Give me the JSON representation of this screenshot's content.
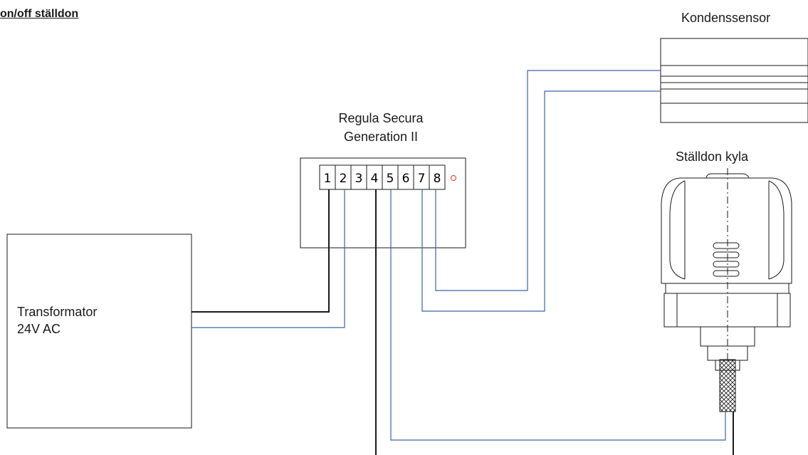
{
  "diagram": {
    "title": "on/off ställdon",
    "sensor": {
      "label": "Kondenssensor"
    },
    "controller": {
      "label_line1": "Regula Secura",
      "label_line2": "Generation II",
      "terminals": [
        "1",
        "2",
        "3",
        "4",
        "5",
        "6",
        "7",
        "8"
      ]
    },
    "actuator": {
      "label": "Ställdon kyla"
    },
    "transformer": {
      "label_line1": "Transformator",
      "label_line2": "24V AC"
    },
    "colors": {
      "black_wire": "#1a1a1a",
      "blue_wire": "#3c64a6",
      "outline": "#1a1a1a",
      "led": "#e03030"
    }
  }
}
